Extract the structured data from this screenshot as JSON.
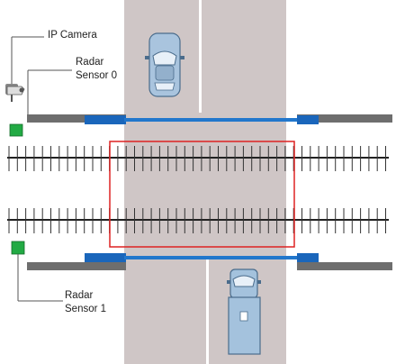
{
  "labels": {
    "ip_camera": "IP Camera",
    "radar_0": [
      "Radar",
      "Sensor 0"
    ],
    "radar_1": [
      "Radar",
      "Sensor 1"
    ]
  },
  "colors": {
    "road": "#cfc6c6",
    "lane_line": "#ffffff",
    "barrier_arm": "#2277cc",
    "barrier_base": "#1a66bb",
    "barrier_gray": "#6e6e6e",
    "sensor_green": "#22aa44",
    "track": "#222222",
    "detection_zone": "#dd2222",
    "leader_line": "#555555",
    "car_body": "#a9c4de",
    "truck_body": "#a4c2dd"
  },
  "icons": [
    "camera-icon",
    "radar-sensor-icon",
    "car-icon",
    "truck-icon"
  ]
}
